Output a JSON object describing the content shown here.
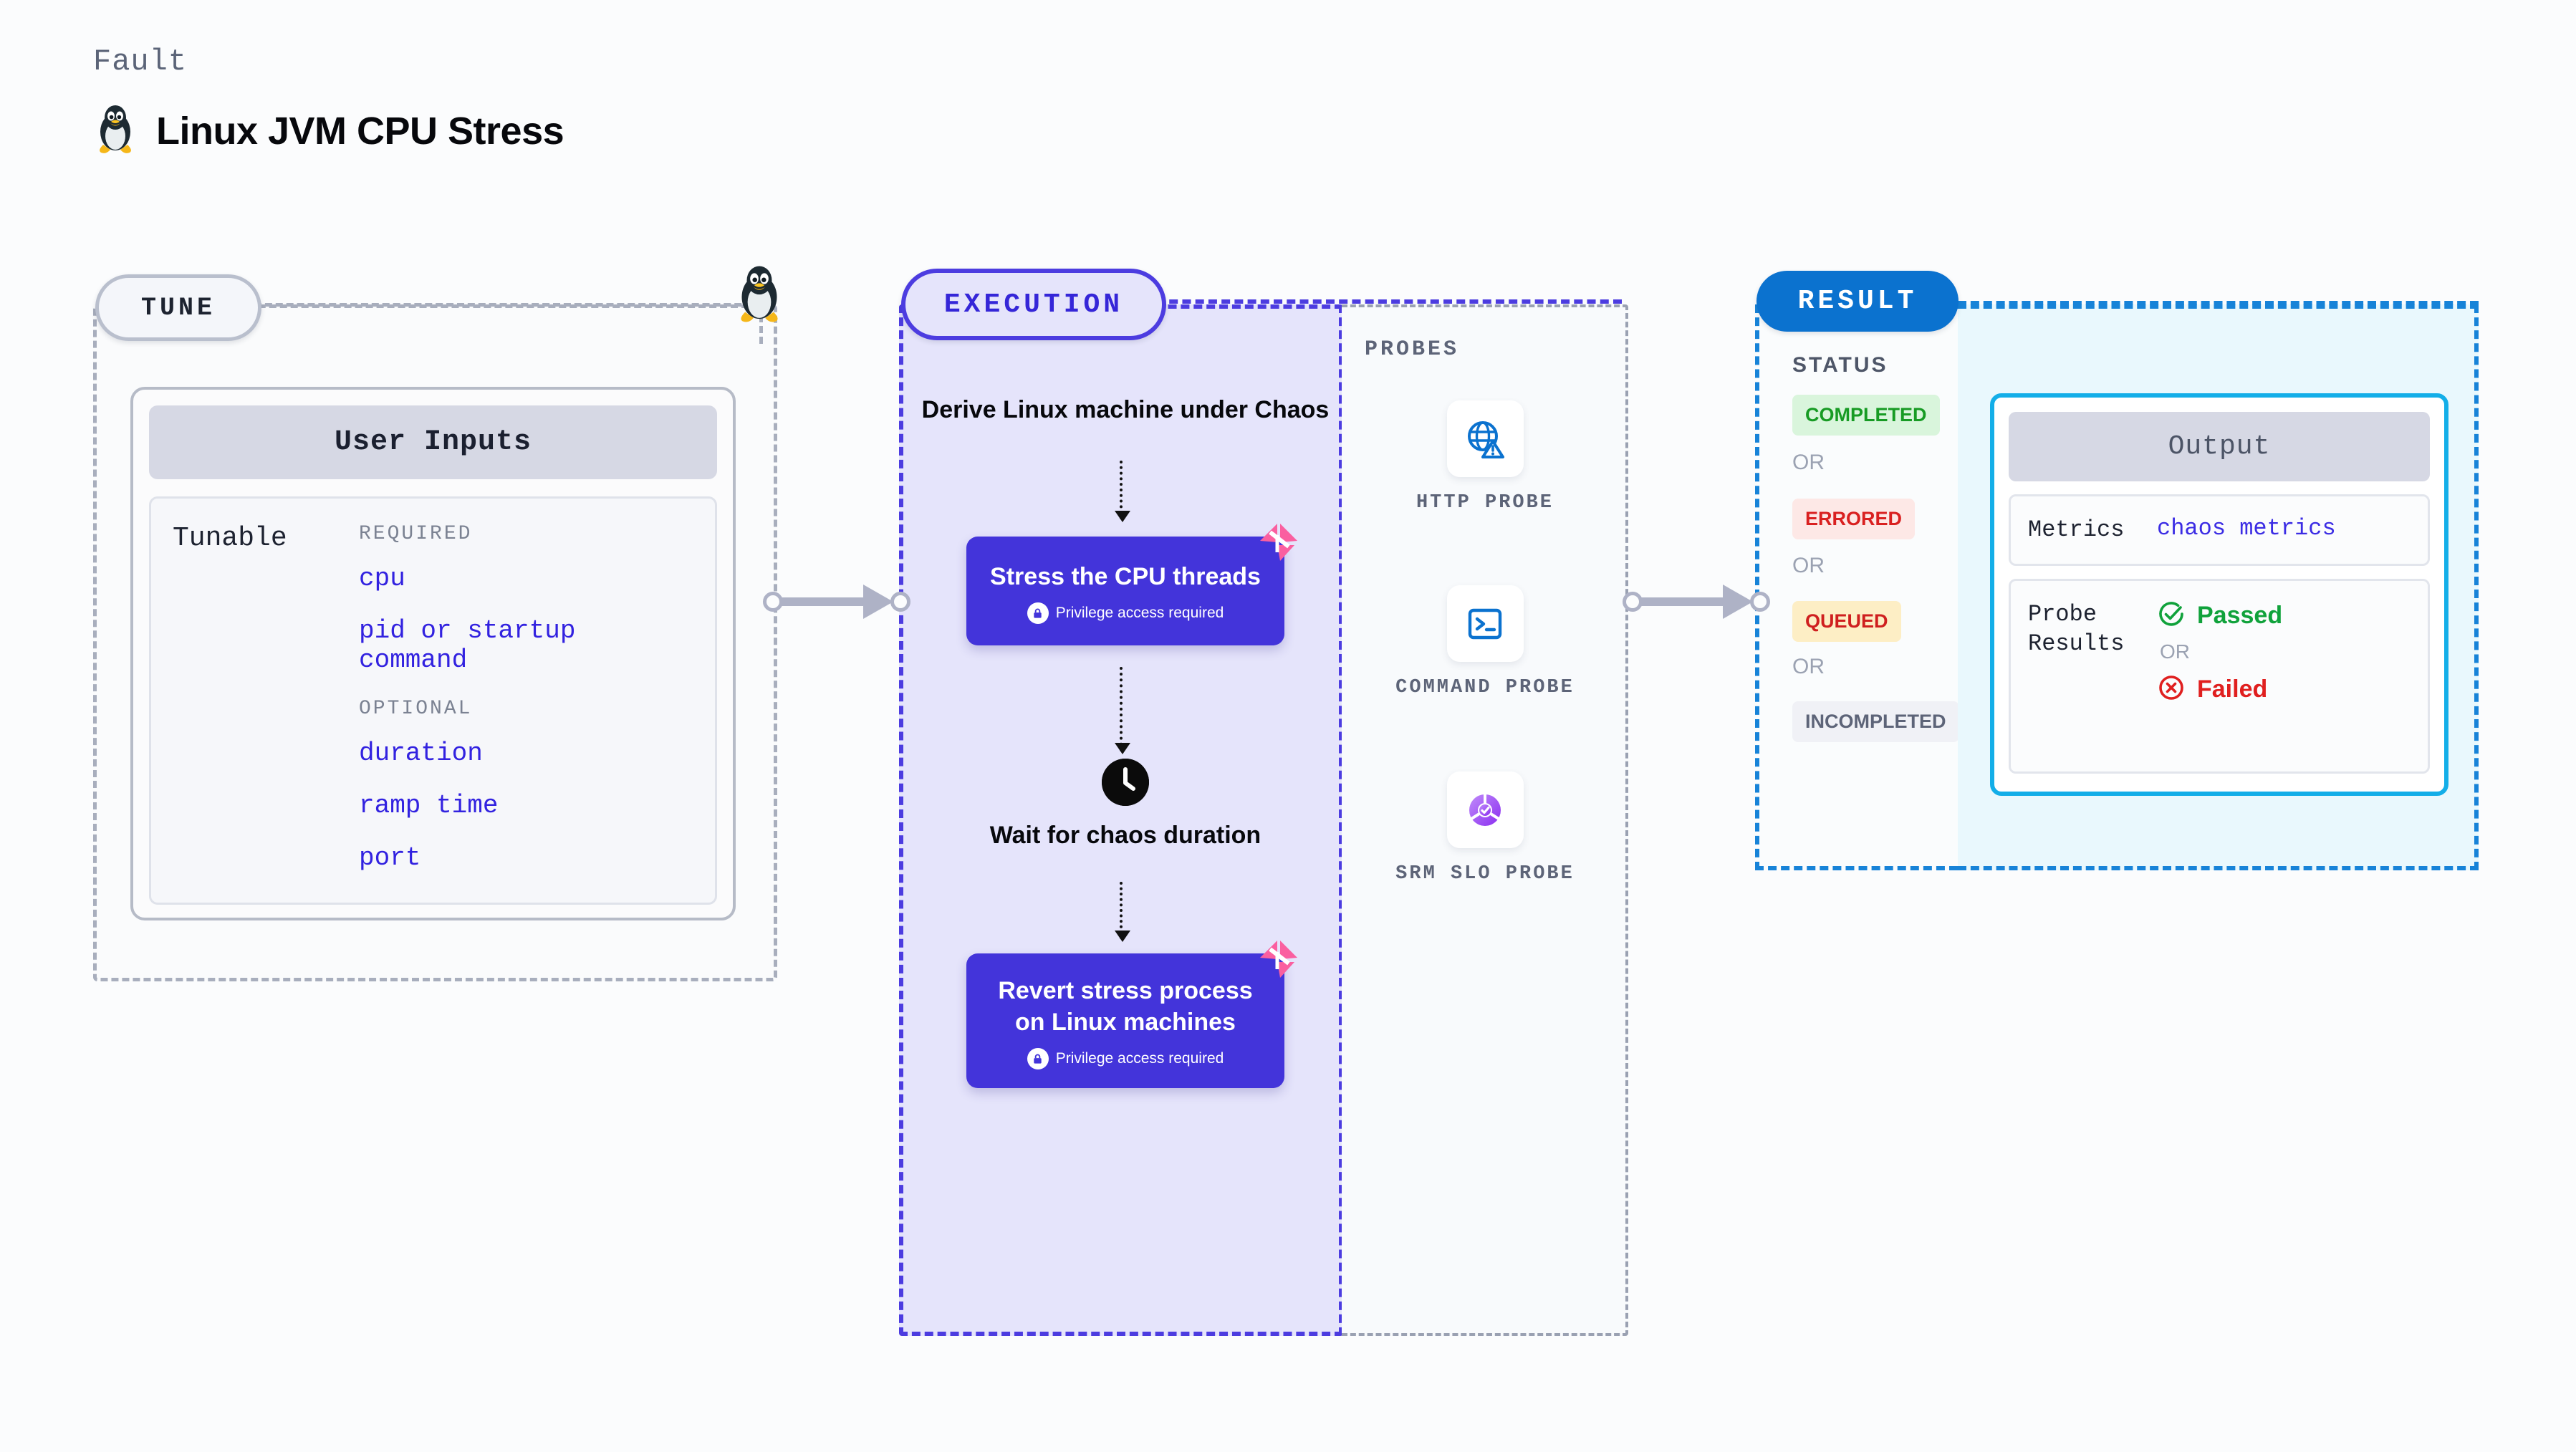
{
  "header": {
    "eyebrow": "Fault",
    "title": "Linux JVM CPU Stress",
    "icon": "linux-penguin-icon"
  },
  "tune": {
    "badge": "TUNE",
    "card_title": "User Inputs",
    "tunable_label": "Tunable",
    "groups": [
      {
        "title": "REQUIRED",
        "params": [
          "cpu",
          "pid or startup command"
        ]
      },
      {
        "title": "OPTIONAL",
        "params": [
          "duration",
          "ramp time",
          "port"
        ]
      }
    ],
    "connector_icon": "linux-penguin-icon"
  },
  "execution": {
    "badge": "EXECUTION",
    "steps": [
      {
        "type": "text",
        "label": "Derive Linux machine under Chaos"
      },
      {
        "type": "action",
        "label": "Stress the CPU threads",
        "note": "Privilege access required",
        "ribbon": "chaos-ribbon-icon",
        "lock": "lock-icon"
      },
      {
        "type": "wait",
        "label": "Wait for chaos duration",
        "icon": "clock-icon"
      },
      {
        "type": "action",
        "label": "Revert stress process on Linux machines",
        "note": "Privilege access required",
        "ribbon": "chaos-ribbon-icon",
        "lock": "lock-icon"
      }
    ]
  },
  "probes": {
    "title": "PROBES",
    "items": [
      {
        "label": "HTTP PROBE",
        "icon": "globe-warning-icon"
      },
      {
        "label": "COMMAND PROBE",
        "icon": "terminal-icon"
      },
      {
        "label": "SRM SLO PROBE",
        "icon": "slo-pie-check-icon"
      }
    ]
  },
  "result": {
    "badge": "RESULT",
    "status_title": "STATUS",
    "or_label": "OR",
    "statuses": [
      {
        "label": "COMPLETED",
        "bg": "#d9f5dc",
        "fg": "#179b24"
      },
      {
        "label": "ERRORED",
        "bg": "#fde8e6",
        "fg": "#d92020"
      },
      {
        "label": "QUEUED",
        "bg": "#fdeec5",
        "fg": "#cf1f1f"
      },
      {
        "label": "INCOMPLETED",
        "bg": "#f0f1f6",
        "fg": "#5d6478"
      }
    ],
    "output": {
      "title": "Output",
      "metrics_key": "Metrics",
      "metrics_value": "chaos metrics",
      "probe_results_key": "Probe Results",
      "passed_label": "Passed",
      "failed_label": "Failed",
      "or_label": "OR",
      "passed_icon": "check-circle-icon",
      "failed_icon": "x-circle-icon"
    }
  },
  "colors": {
    "indigo": "#4334da",
    "blue": "#0b72cf",
    "cyan": "#13aee8",
    "pink": "#fa5fa0",
    "gray": "#a8aebd"
  }
}
